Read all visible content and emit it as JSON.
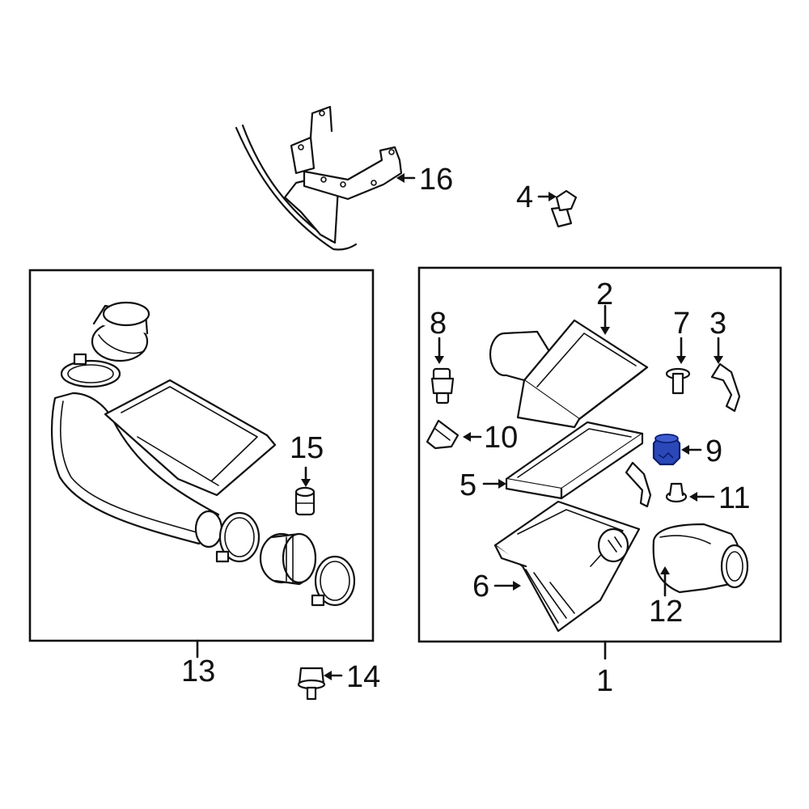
{
  "diagram": {
    "callouts": [
      {
        "id": "1",
        "label": "1"
      },
      {
        "id": "2",
        "label": "2"
      },
      {
        "id": "3",
        "label": "3"
      },
      {
        "id": "4",
        "label": "4"
      },
      {
        "id": "5",
        "label": "5"
      },
      {
        "id": "6",
        "label": "6"
      },
      {
        "id": "7",
        "label": "7"
      },
      {
        "id": "8",
        "label": "8"
      },
      {
        "id": "9",
        "label": "9"
      },
      {
        "id": "10",
        "label": "10"
      },
      {
        "id": "11",
        "label": "11"
      },
      {
        "id": "12",
        "label": "12"
      },
      {
        "id": "13",
        "label": "13"
      },
      {
        "id": "14",
        "label": "14"
      },
      {
        "id": "15",
        "label": "15"
      },
      {
        "id": "16",
        "label": "16"
      }
    ],
    "colors": {
      "line": "#111111",
      "highlight_fill": "#2a48b8",
      "highlight_stroke": "#0c1e6e",
      "background": "#ffffff"
    },
    "highlighted_part": "9"
  }
}
